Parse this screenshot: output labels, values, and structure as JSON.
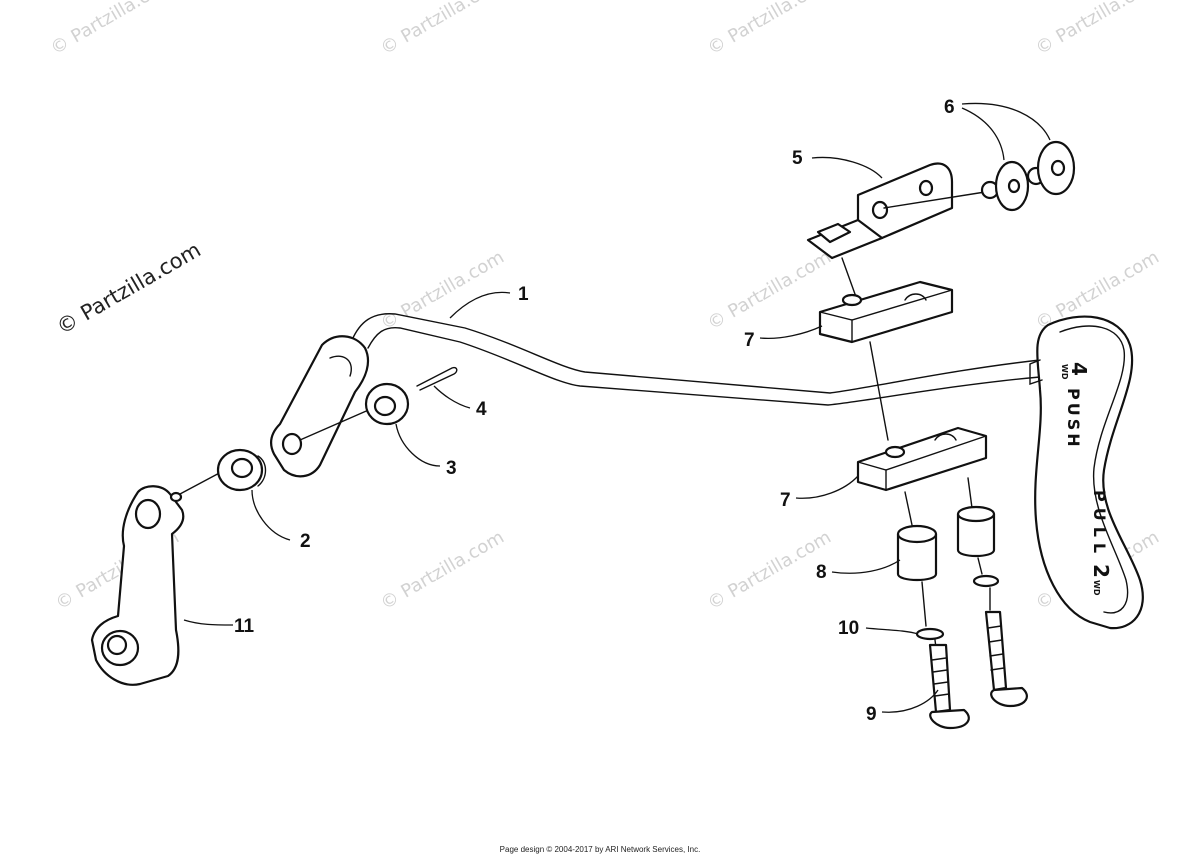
{
  "watermark": {
    "main": "© Partzilla.com",
    "repeat": "© Partzilla.com"
  },
  "callouts": {
    "c1": "1",
    "c2": "2",
    "c3": "3",
    "c4": "4",
    "c5": "5",
    "c6": "6",
    "c7a": "7",
    "c7b": "7",
    "c8": "8",
    "c9": "9",
    "c10": "10",
    "c11": "11"
  },
  "handle": {
    "push_label": "PUSH",
    "pull_label": "PULL",
    "top_number": "4",
    "top_unit": "WD",
    "bottom_number": "2",
    "bottom_unit": "WD"
  },
  "footer": {
    "copyright": "Page design © 2004-2017 by ARI Network Services, Inc."
  }
}
